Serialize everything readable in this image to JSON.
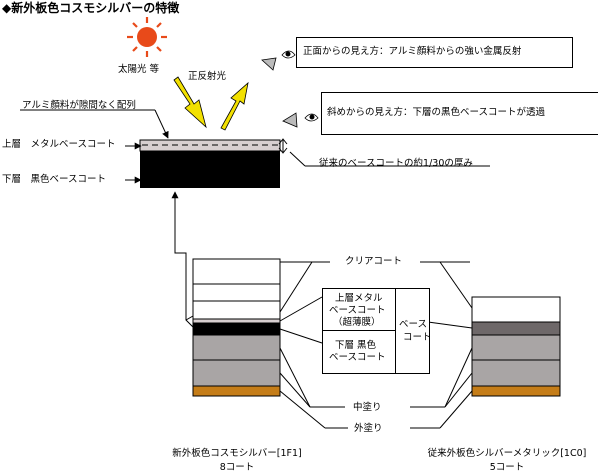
{
  "title": "◆新外板色コスモシルバーの特徴",
  "sun_label": "太陽光 等",
  "reflect_label": "正反射光",
  "front_view": "正面からの見え方：アルミ顔料からの強い金属反射",
  "oblique_view": "斜めからの見え方：下層の黒色ベースコートが透過",
  "alum_note": "アルミ顔料が隙間なく配列",
  "upper_layer": "上層　メタルベースコート",
  "lower_layer": "下層　黒色ベースコート",
  "thickness_note": "従来のベースコートの約1/30の厚み",
  "clear_label": "クリアコート",
  "base_upper": [
    "上層メタル",
    "ベースコート",
    "（超薄膜）"
  ],
  "base_lower": [
    "下層 黒色",
    "ベースコート"
  ],
  "base_side": [
    "ベース",
    "コート"
  ],
  "mid_label": "中塗り",
  "outer_label": "外塗り",
  "left_caption": [
    "新外板色コスモシルバー[1F1]",
    "8コート"
  ],
  "right_caption": [
    "従来外板色シルバーメタリック[1C0]",
    "5コート"
  ],
  "colors": {
    "sun": "#e84a1a",
    "arrow": "#f2e000",
    "black": "#000000",
    "gray": "#a9a5a5",
    "metal": "#d8cfd0",
    "orange": "#c57d18",
    "darkgray": "#6e6869"
  }
}
